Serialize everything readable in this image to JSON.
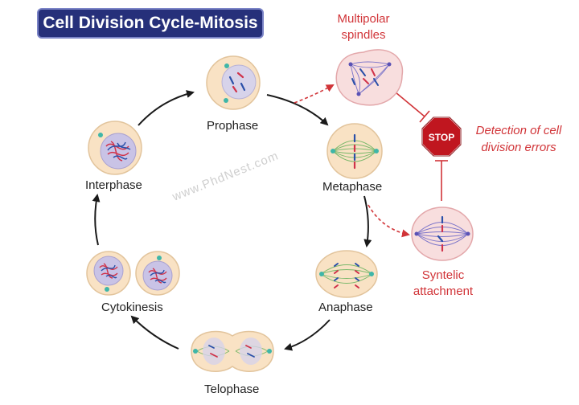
{
  "title": "Cell Division Cycle-Mitosis",
  "watermark": "www.PhdNest.com",
  "stages": {
    "prophase": "Prophase",
    "metaphase": "Metaphase",
    "anaphase": "Anaphase",
    "telophase": "Telophase",
    "cytokinesis": "Cytokinesis",
    "interphase": "Interphase"
  },
  "errors": {
    "multipolar_line1": "Multipolar",
    "multipolar_line2": "spindles",
    "syntelic_line1": "Syntelic",
    "syntelic_line2": "attachment",
    "detection_line1": "Detection of cell",
    "detection_line2": "division errors",
    "stop_sign": "STOP"
  },
  "colors": {
    "title_bg": "#26307a",
    "accent_red": "#d13438",
    "cell_fill": "#f9e2c4",
    "nucleus_fill": "#d7d3ea",
    "error_cell_fill": "#f8dede"
  }
}
